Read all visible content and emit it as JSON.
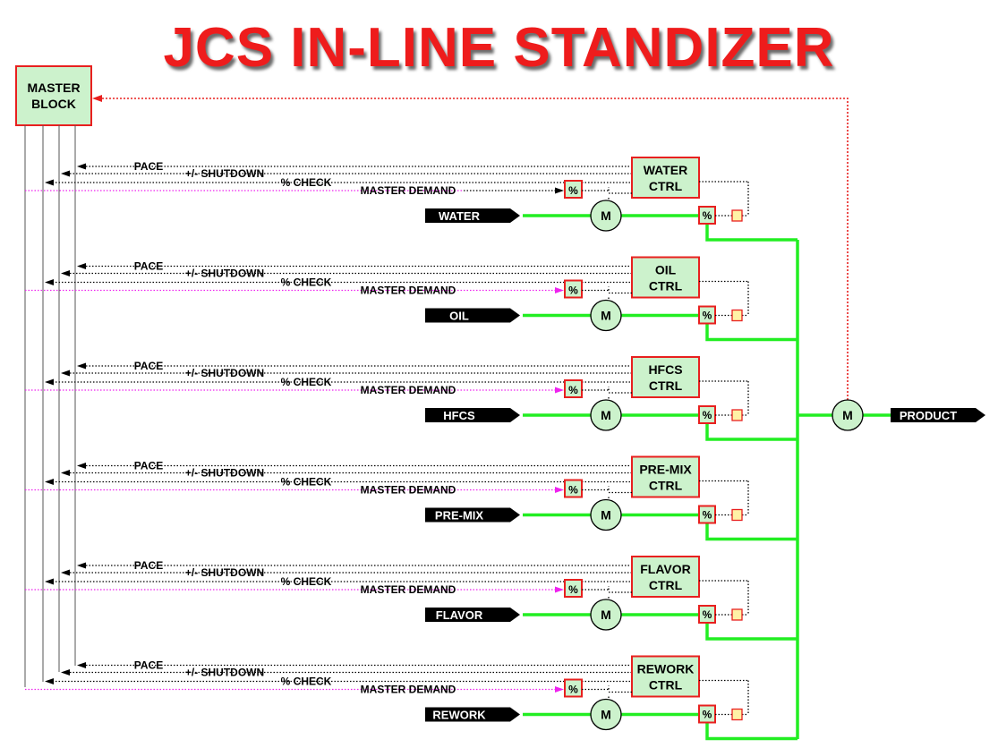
{
  "title": "JCS IN-LINE STANDIZER",
  "master": {
    "line1": "MASTER",
    "line2": "BLOCK"
  },
  "signals": {
    "pace": "PACE",
    "shutdown": "+/- SHUTDOWN",
    "check": "% CHECK",
    "demand": "MASTER DEMAND"
  },
  "meter_label": "M",
  "percent_label": "%",
  "ctrl_word": "CTRL",
  "product": "PRODUCT",
  "streams": [
    {
      "name": "WATER"
    },
    {
      "name": "OIL"
    },
    {
      "name": "HFCS"
    },
    {
      "name": "PRE-MIX"
    },
    {
      "name": "FLAVOR"
    },
    {
      "name": "REWORK"
    }
  ],
  "colors": {
    "title": "#ee1c1c",
    "box_border": "#e8201f",
    "box_fill": "#ccf2cc",
    "flow": "#22ee22",
    "demand": "#ee22ee",
    "feedback": "#e8201f",
    "meter_fill": "#ccf2cc",
    "small_box": "#fff2a6"
  }
}
